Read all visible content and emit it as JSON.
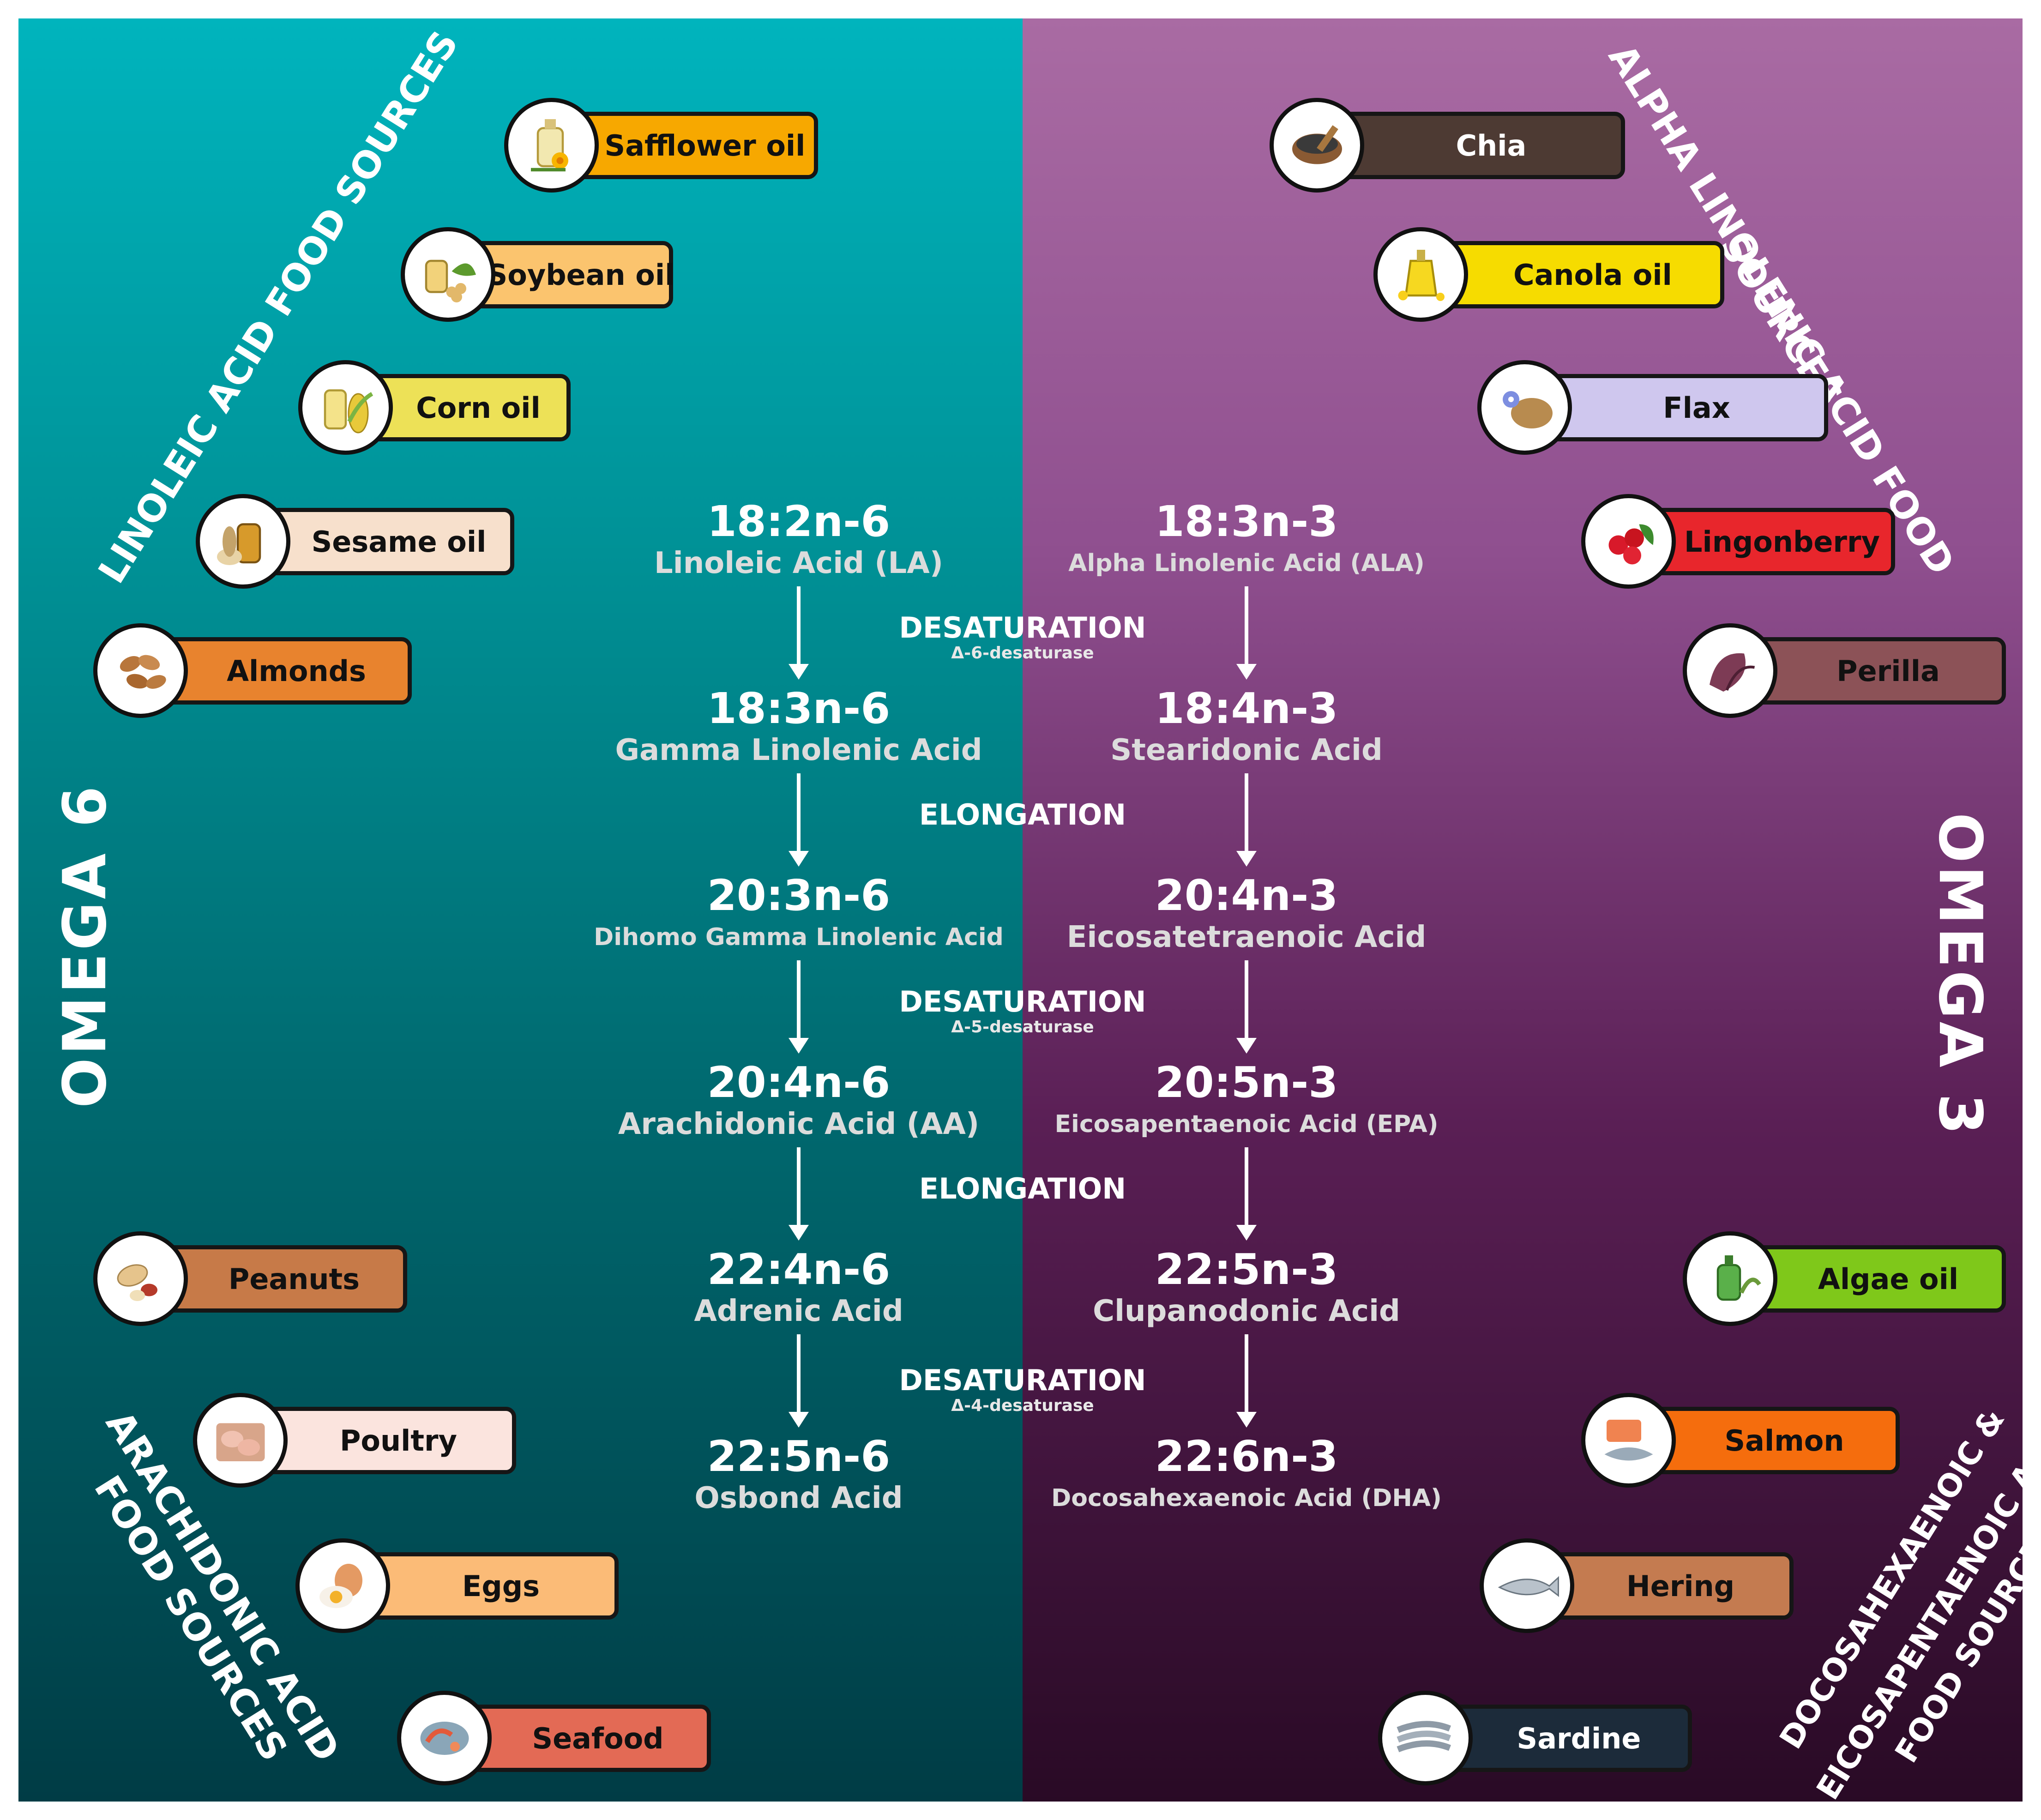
{
  "omega6": {
    "heading": "OMEGA 6",
    "la_sources_title": "LINOLEIC ACID FOOD SOURCES",
    "aa_sources_title_line1": "ARACHIDONIC ACID",
    "aa_sources_title_line2": "FOOD SOURCES",
    "la_foods": [
      {
        "label": "Safflower oil",
        "color": "#f7a800",
        "icon": "oil-bottle-flower-icon"
      },
      {
        "label": "Soybean oil",
        "color": "#fbc46e",
        "icon": "soybean-oil-icon"
      },
      {
        "label": "Corn oil",
        "color": "#ede157",
        "icon": "corn-oil-icon"
      },
      {
        "label": "Sesame oil",
        "color": "#f7e0cc",
        "icon": "sesame-oil-icon"
      },
      {
        "label": "Almonds",
        "color": "#e8832e",
        "icon": "almonds-icon"
      }
    ],
    "aa_foods": [
      {
        "label": "Peanuts",
        "color": "#c77a48",
        "icon": "peanuts-icon"
      },
      {
        "label": "Poultry",
        "color": "#fbe4de",
        "icon": "poultry-icon"
      },
      {
        "label": "Eggs",
        "color": "#fbbb77",
        "icon": "eggs-icon"
      },
      {
        "label": "Seafood",
        "color": "#e36a55",
        "icon": "seafood-icon"
      }
    ],
    "acids": [
      {
        "code": "18:2n-6",
        "name": "Linoleic Acid (LA)"
      },
      {
        "code": "18:3n-6",
        "name": "Gamma Linolenic Acid"
      },
      {
        "code": "20:3n-6",
        "name": "Dihomo Gamma Linolenic Acid"
      },
      {
        "code": "20:4n-6",
        "name": "Arachidonic Acid (AA)"
      },
      {
        "code": "22:4n-6",
        "name": "Adrenic Acid"
      },
      {
        "code": "22:5n-6",
        "name": "Osbond Acid"
      }
    ]
  },
  "omega3": {
    "heading": "OMEGA 3",
    "ala_sources_title_line1": "ALPHA LINOLENIC ACID FOOD",
    "ala_sources_title_line2": "SOURCES",
    "dha_sources_title_line1": "DOCOSAHEXAENOIC &",
    "dha_sources_title_line2": "EICOSAPENTAENOIC ACID",
    "dha_sources_title_line3": "FOOD SOURCES",
    "ala_foods": [
      {
        "label": "Chia",
        "color": "#4d3a33",
        "text_color": "#ffffff",
        "icon": "chia-seeds-icon"
      },
      {
        "label": "Canola oil",
        "color": "#f6dc00",
        "text_color": "#111111",
        "icon": "canola-oil-icon"
      },
      {
        "label": "Flax",
        "color": "#cfc7ee",
        "text_color": "#111111",
        "icon": "flax-seeds-icon"
      },
      {
        "label": "Lingonberry",
        "color": "#e8262c",
        "text_color": "#111111",
        "icon": "lingonberry-icon"
      },
      {
        "label": "Perilla",
        "color": "#8c5257",
        "text_color": "#111111",
        "icon": "perilla-leaf-icon"
      }
    ],
    "dha_foods": [
      {
        "label": "Algae oil",
        "color": "#7fc81a",
        "text_color": "#111111",
        "icon": "algae-oil-icon"
      },
      {
        "label": "Salmon",
        "color": "#f56d0d",
        "text_color": "#111111",
        "icon": "salmon-icon"
      },
      {
        "label": "Hering",
        "color": "#c47b50",
        "text_color": "#111111",
        "icon": "herring-icon"
      },
      {
        "label": "Sardine",
        "color": "#1c2b3a",
        "text_color": "#ffffff",
        "icon": "sardine-icon"
      }
    ],
    "acids": [
      {
        "code": "18:3n-3",
        "name": "Alpha Linolenic Acid (ALA)"
      },
      {
        "code": "18:4n-3",
        "name": "Stearidonic Acid"
      },
      {
        "code": "20:4n-3",
        "name": "Eicosatetraenoic Acid"
      },
      {
        "code": "20:5n-3",
        "name": "Eicosapentaenoic Acid (EPA)"
      },
      {
        "code": "22:5n-3",
        "name": "Clupanodonic Acid"
      },
      {
        "code": "22:6n-3",
        "name": "Docosahexaenoic Acid (DHA)"
      }
    ]
  },
  "steps": [
    {
      "label": "DESATURATION",
      "enzyme": "Δ-6-desaturase"
    },
    {
      "label": "ELONGATION",
      "enzyme": ""
    },
    {
      "label": "DESATURATION",
      "enzyme": "Δ-5-desaturase"
    },
    {
      "label": "ELONGATION",
      "enzyme": ""
    },
    {
      "label": "DESATURATION",
      "enzyme": "Δ-4-desaturase"
    }
  ]
}
